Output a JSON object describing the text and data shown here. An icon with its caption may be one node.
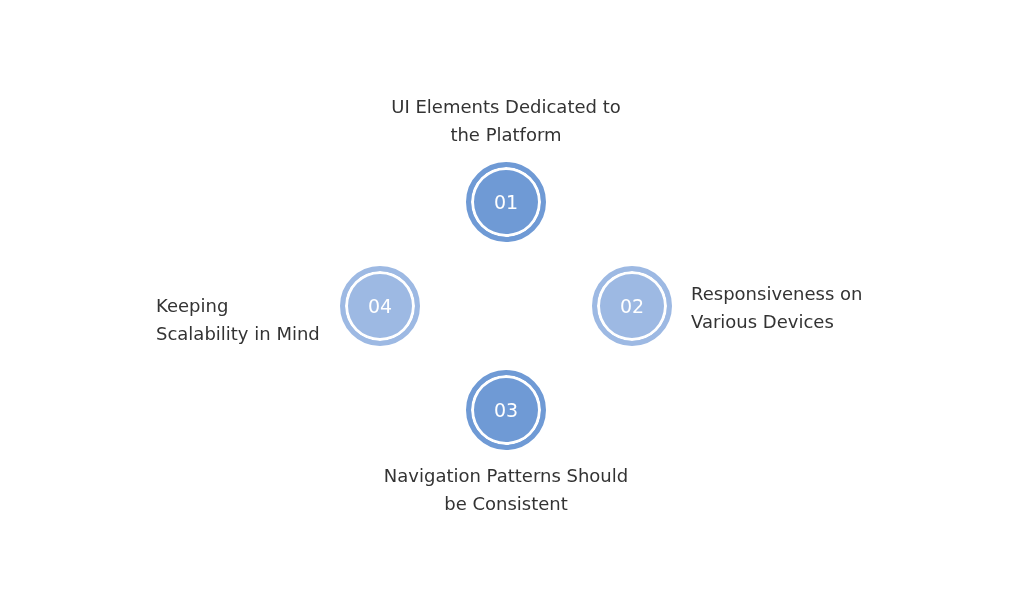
{
  "diagram": {
    "nodes": [
      {
        "text": [
          "01"
        ],
        "beside": [
          "UI Elements Dedicated to the Platform"
        ]
      },
      {
        "text": [
          "02"
        ],
        "beside": [
          "Responsiveness on Various Devices"
        ]
      },
      {
        "text": [
          "03"
        ],
        "beside": [
          "Navigation Patterns Should be Consistent"
        ]
      },
      {
        "text": [
          "04"
        ],
        "beside": [
          "Keeping Scalability in Mind"
        ]
      }
    ]
  }
}
